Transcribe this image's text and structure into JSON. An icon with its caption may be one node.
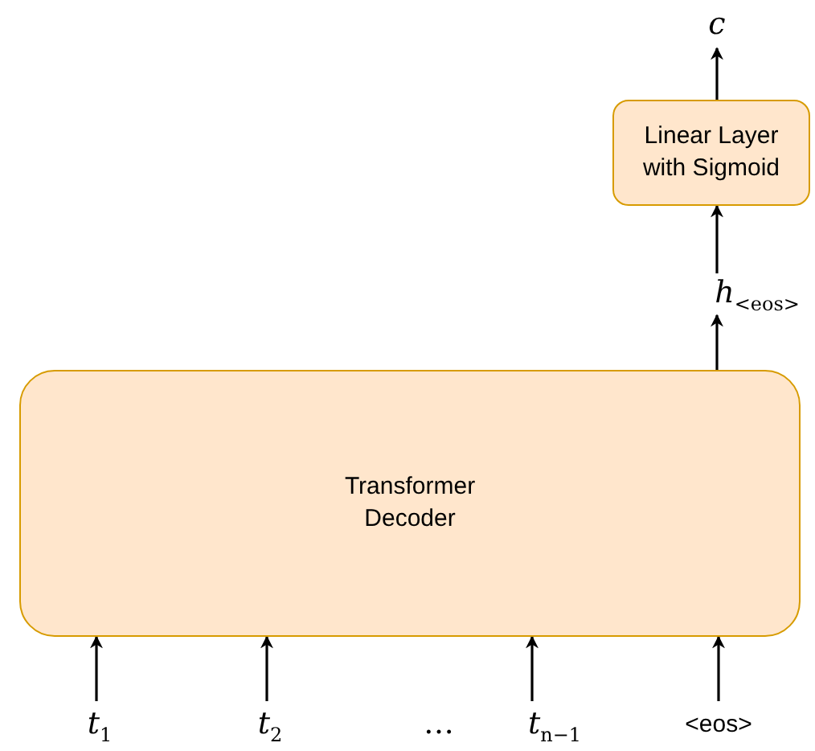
{
  "diagram": {
    "nodes": [
      {
        "text": [
          "c"
        ]
      },
      {
        "text": [
          "Linear Layer with Sigmoid"
        ]
      },
      {
        "text": [
          "*h*$_{<eos>}$"
        ]
      },
      {
        "text": [
          "Transformer Decoder"
        ]
      },
      {
        "text": [
          "*t*$_{1}$"
        ]
      },
      {
        "text": [
          "*t*$_{2}$"
        ]
      },
      {
        "text": [
          "*t*$_{n−1}$"
        ]
      },
      {
        "text": [
          "<eos>"
        ]
      }
    ],
    "edges": [
      {
        "from": 3,
        "to": 2,
        "arrow": "to"
      },
      {
        "from": 2,
        "to": 1,
        "arrow": "to"
      },
      {
        "from": 1,
        "to": 0,
        "arrow": "to"
      },
      {
        "from": 4,
        "to": 3,
        "arrow": "to"
      },
      {
        "from": 5,
        "to": 3,
        "arrow": "to"
      },
      {
        "from": 6,
        "to": 3,
        "arrow": "to"
      },
      {
        "from": 7,
        "to": 3,
        "arrow": "to"
      }
    ],
    "labels": [
      "…"
    ]
  }
}
